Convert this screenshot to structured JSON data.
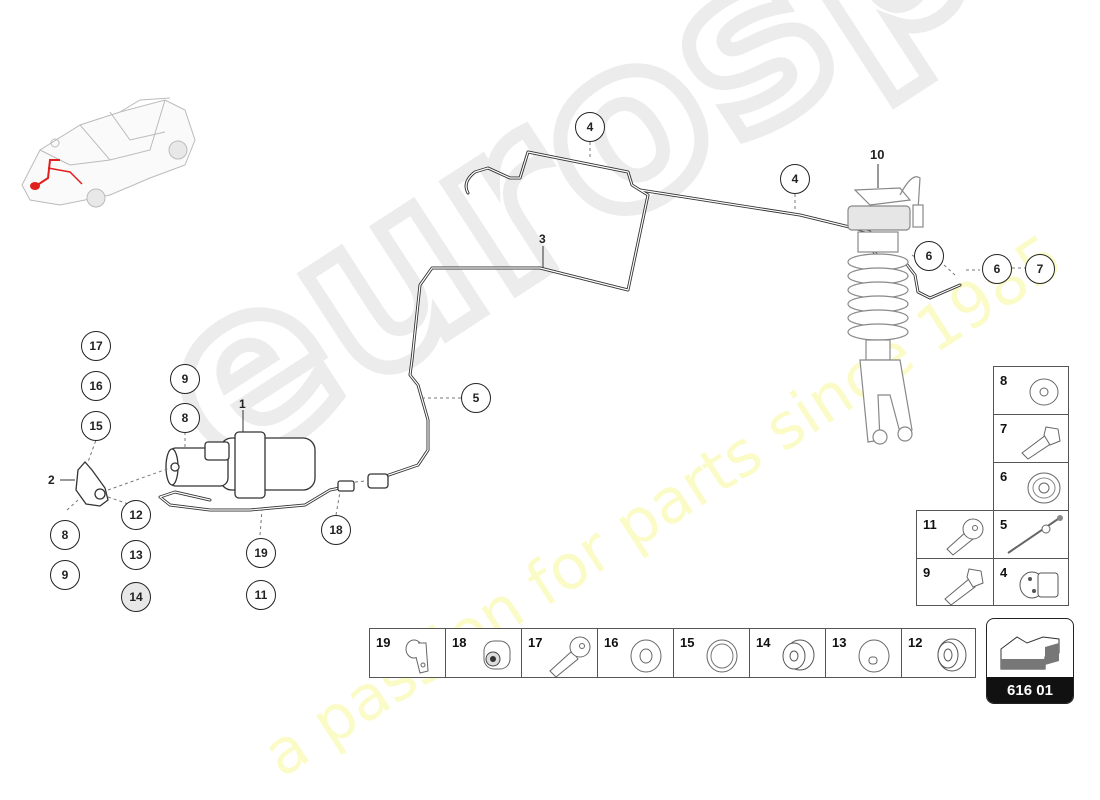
{
  "watermark": {
    "logo_text": "eurospares",
    "tagline": "a passion for parts since 1985",
    "logo_color": "#e6e6e6",
    "tagline_color": "#fafab9"
  },
  "overview": {
    "description": "vehicle locator thumbnail with highlighted front-axle lift hydraulic lines",
    "highlight_color": "#e02020"
  },
  "diagram": {
    "part_labels": [
      {
        "id": "1",
        "text": "1"
      },
      {
        "id": "2",
        "text": "2"
      },
      {
        "id": "3",
        "text": "3"
      },
      {
        "id": "10",
        "text": "10"
      }
    ],
    "callouts": [
      {
        "text": "17"
      },
      {
        "text": "16"
      },
      {
        "text": "15"
      },
      {
        "text": "8"
      },
      {
        "text": "9"
      },
      {
        "text": "12"
      },
      {
        "text": "13"
      },
      {
        "text": "14"
      },
      {
        "text": "9"
      },
      {
        "text": "8"
      },
      {
        "text": "19"
      },
      {
        "text": "11"
      },
      {
        "text": "18"
      },
      {
        "text": "5"
      },
      {
        "text": "4"
      },
      {
        "text": "4"
      },
      {
        "text": "6"
      },
      {
        "text": "6"
      },
      {
        "text": "7"
      }
    ]
  },
  "parts_table_right": [
    {
      "num": "8",
      "icon": "washer-icon"
    },
    {
      "num": "7",
      "icon": "hex-bolt-icon"
    },
    {
      "num": "6",
      "icon": "grommet-icon"
    },
    {
      "num": "11",
      "icon": "button-head-screw-icon"
    },
    {
      "num": "5",
      "icon": "cable-tie-icon"
    },
    {
      "num": "9",
      "icon": "hex-bolt-icon"
    },
    {
      "num": "4",
      "icon": "pipe-clip-icon"
    }
  ],
  "parts_table_bottom": [
    {
      "num": "19",
      "icon": "hose-clamp-icon"
    },
    {
      "num": "18",
      "icon": "connector-sleeve-icon"
    },
    {
      "num": "17",
      "icon": "button-head-screw-icon"
    },
    {
      "num": "16",
      "icon": "washer-icon"
    },
    {
      "num": "15",
      "icon": "seal-ring-icon"
    },
    {
      "num": "14",
      "icon": "bushing-icon"
    },
    {
      "num": "13",
      "icon": "spacer-washer-icon"
    },
    {
      "num": "12",
      "icon": "nut-icon"
    }
  ],
  "reference": {
    "code": "616 01",
    "icon": "direction-arrow-icon"
  }
}
